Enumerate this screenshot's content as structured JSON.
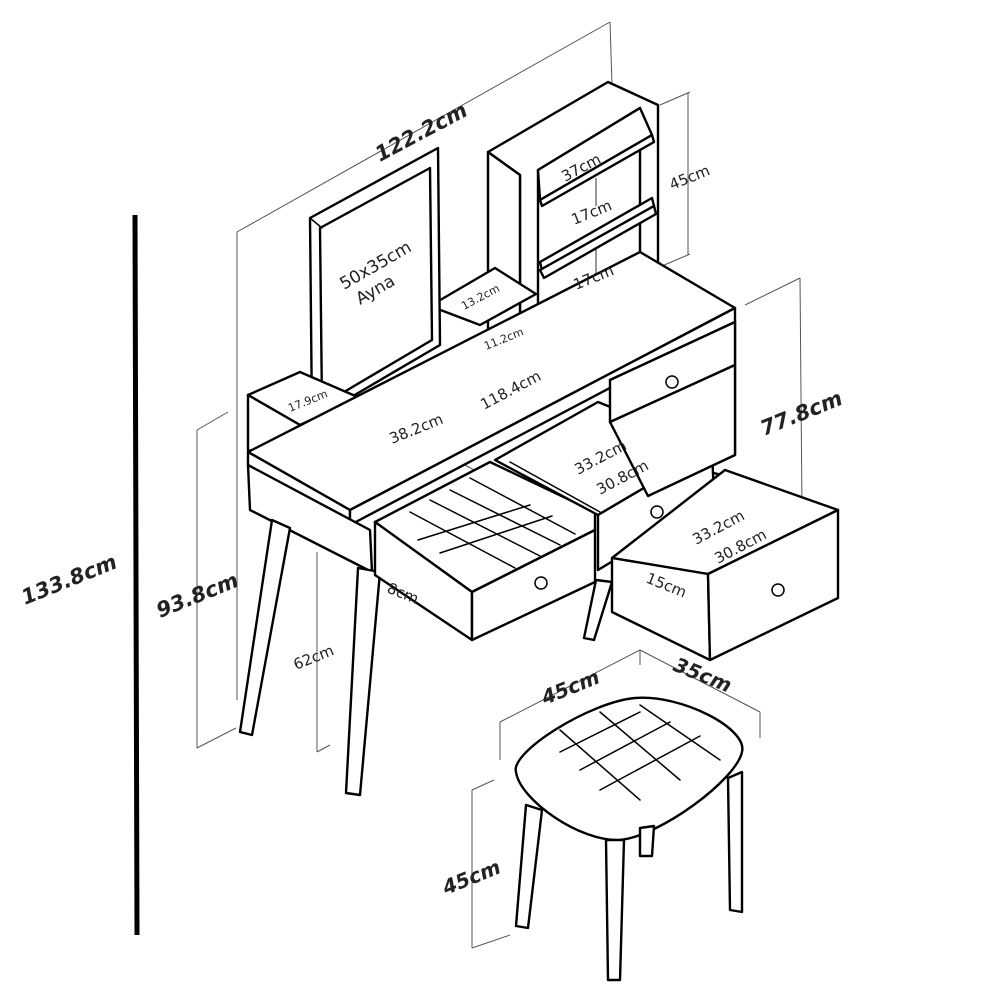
{
  "overall": {
    "width": "122.2cm",
    "height_total": "133.8cm",
    "height_table": "93.8cm",
    "leg_height": "62cm",
    "table_depth": "77.8cm"
  },
  "mirror": {
    "size": "50x35cm",
    "name": "Ayna"
  },
  "shelves": {
    "width": "37cm",
    "height": "45cm",
    "gap1": "17cm",
    "gap2": "17cm",
    "small_shelf_h": "13.2cm",
    "small_shelf_gap": "11.2cm",
    "left_box": "17.9cm"
  },
  "top": {
    "left_section": "38.2cm",
    "inner_width": "118.4cm"
  },
  "drawers": {
    "left_height": "8cm",
    "mid_outer": "33.2cm",
    "mid_inner": "30.8cm",
    "right_outer": "33.2cm",
    "right_inner": "30.8cm",
    "right_height": "15cm"
  },
  "stool": {
    "width": "45cm",
    "depth": "35cm",
    "height": "45cm"
  }
}
